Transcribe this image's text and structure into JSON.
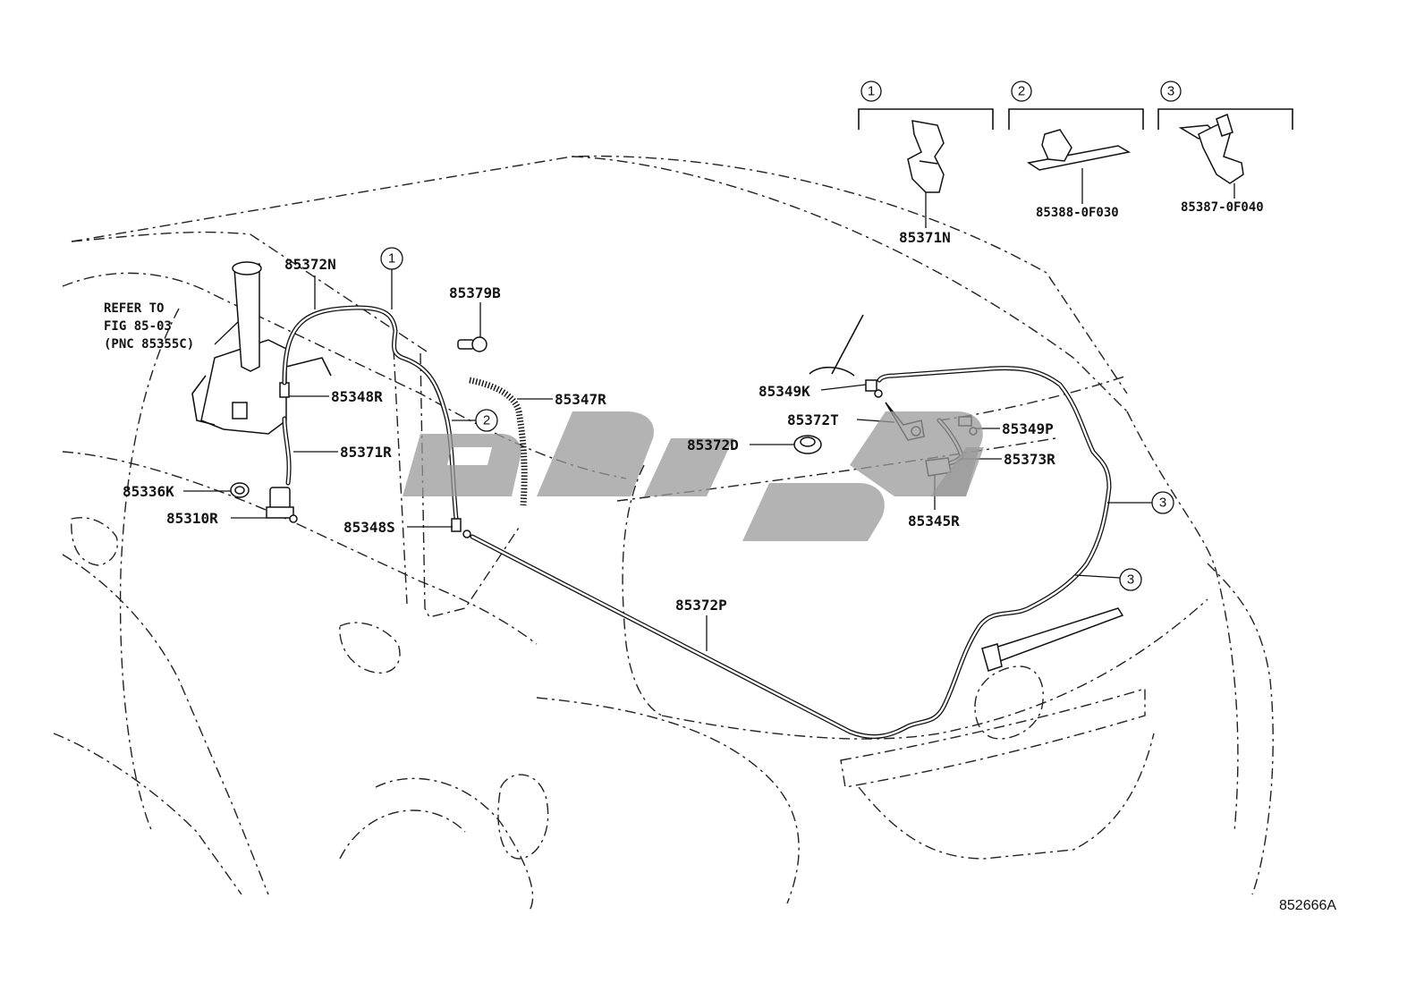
{
  "diagram": {
    "figure_code": "852666A",
    "refer_note": [
      "REFER TO",
      "FIG 85-03",
      "(PNC 85355C)"
    ],
    "watermark_color": "#9a9a9a",
    "line_color": "#111111",
    "clip_legend": [
      {
        "index": "1",
        "part_no": "85371N"
      },
      {
        "index": "2",
        "part_no": "85388-0F030"
      },
      {
        "index": "3",
        "part_no": "85387-0F040"
      }
    ],
    "part_labels": {
      "p85372N": "85372N",
      "p85379B": "85379B",
      "p85348R": "85348R",
      "p85347R": "85347R",
      "p85371R": "85371R",
      "p85336K": "85336K",
      "p85310R": "85310R",
      "p85348S": "85348S",
      "p85349K": "85349K",
      "p85372T": "85372T",
      "p85349P": "85349P",
      "p85372D": "85372D",
      "p85373R": "85373R",
      "p85345R": "85345R",
      "p85372P": "85372P"
    },
    "callouts": [
      "1",
      "2",
      "3",
      "3"
    ]
  }
}
